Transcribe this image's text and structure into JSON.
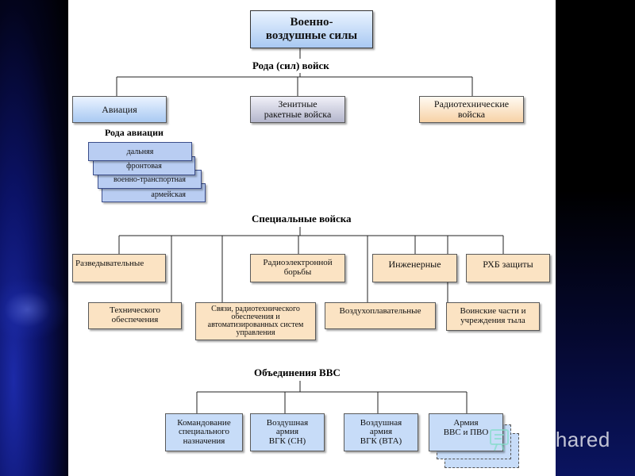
{
  "title": "Военно-\nвоздушные силы",
  "sections": {
    "branches_heading": "Рода (сил) войск",
    "aviation_types_heading": "Рода авиации",
    "special_heading": "Специальные войска",
    "formations_heading": "Объединения ВВС"
  },
  "branches": [
    "Авиация",
    "Зенитные\nракетные войска",
    "Радиотехнические\nвойска"
  ],
  "aviation_types": [
    "дальняя",
    "фронтовая",
    "военно-транспортная",
    "армейская"
  ],
  "special_troops": {
    "reconnaissance": "Разведывательные",
    "technical_support": "Технического\nобеспечения",
    "communications": "Связи, радиотехнического\nобеспечения и\nавтоматизированных систем\nуправления",
    "electronic_warfare": "Радиоэлектронной\nборьбы",
    "aeronautical": "Воздухоплавательные",
    "engineering": "Инженерные",
    "rkhb": "РХБ защиты",
    "rear": "Воинские части и\nучреждения тыла"
  },
  "formations": [
    "Командование\nспециального\nназначения",
    "Воздушная\nармия\nВГК (СН)",
    "Воздушная\nармия\nВГК (ВТА)",
    "Армия\nВВС и ПВО"
  ],
  "watermark": {
    "text": "Shared",
    "icon": "slide-share-icon"
  },
  "colors": {
    "background": "#000000",
    "slide": "#ffffff",
    "box_blue": "#a9c9f2",
    "box_gray": "#b4b6cc",
    "box_peach": "#f7d2a6"
  }
}
